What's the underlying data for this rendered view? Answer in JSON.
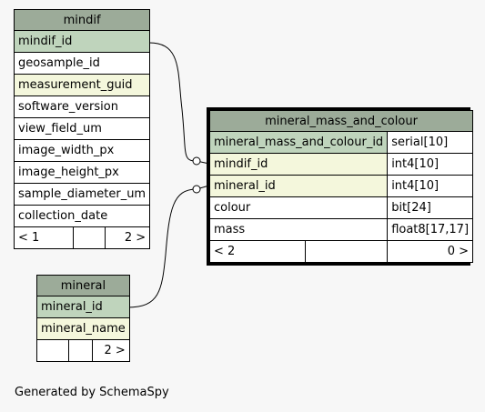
{
  "tables": {
    "mindif": {
      "name": "mindif",
      "columns": [
        "mindif_id",
        "geosample_id",
        "measurement_guid",
        "software_version",
        "view_field_um",
        "image_width_px",
        "image_height_px",
        "sample_diameter_um",
        "collection_date"
      ],
      "footer": {
        "left": "< 1",
        "mid": "",
        "right": "2 >"
      }
    },
    "mineral": {
      "name": "mineral",
      "columns": [
        "mineral_id",
        "mineral_name"
      ],
      "footer": {
        "left": "",
        "mid": "",
        "right": "2 >"
      }
    },
    "mmc": {
      "name": "mineral_mass_and_colour",
      "columns": [
        {
          "name": "mineral_mass_and_colour_id",
          "type": "serial[10]"
        },
        {
          "name": "mindif_id",
          "type": "int4[10]"
        },
        {
          "name": "mineral_id",
          "type": "int4[10]"
        },
        {
          "name": "colour",
          "type": "bit[24]"
        },
        {
          "name": "mass",
          "type": "float8[17,17]"
        }
      ],
      "footer": {
        "left": "< 2",
        "mid": "",
        "right": "0 >"
      }
    }
  },
  "footer_text": "Generated by SchemaSpy",
  "colors": {
    "header": "#9cab99",
    "primary_key": "#bfd4bc",
    "indexed": "#f4f7dc",
    "background": "#f7f7f7"
  }
}
